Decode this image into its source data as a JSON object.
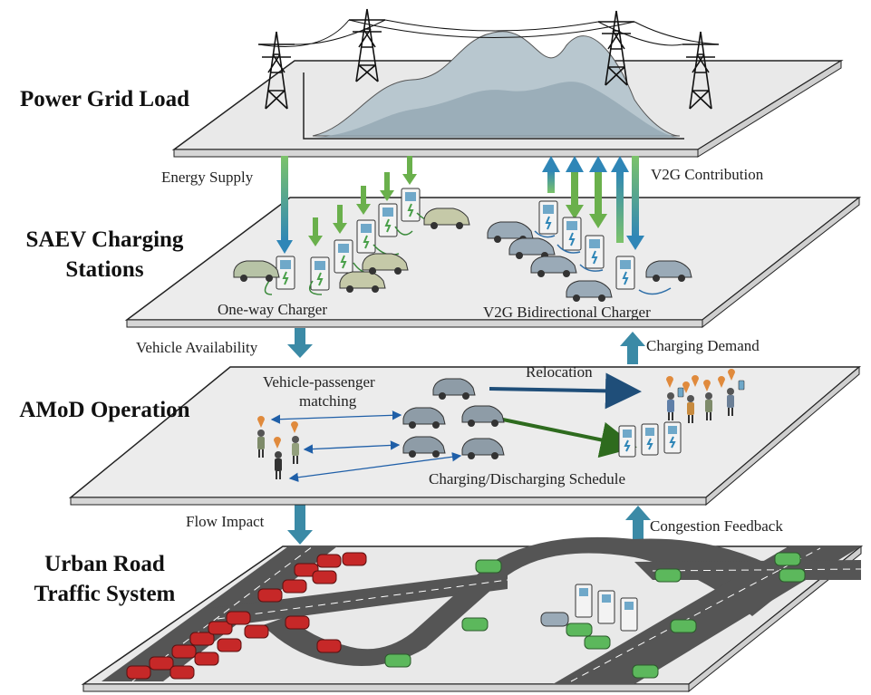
{
  "layers": {
    "power_grid": {
      "title": "Power Grid Load"
    },
    "charging_stations": {
      "title_line1": "SAEV Charging",
      "title_line2": "Stations"
    },
    "amod": {
      "title": "AMoD Operation"
    },
    "urban_road": {
      "title_line1": "Urban Road",
      "title_line2": "Traffic System"
    }
  },
  "links": {
    "energy_supply": "Energy Supply",
    "v2g_contribution": "V2G Contribution",
    "vehicle_availability": "Vehicle Availability",
    "charging_demand": "Charging Demand",
    "flow_impact": "Flow Impact",
    "congestion_feedback": "Congestion Feedback"
  },
  "stations": {
    "one_way": "One-way Charger",
    "v2g_bidirectional": "V2G Bidirectional Charger"
  },
  "amod_labels": {
    "matching_line1": "Vehicle-passenger",
    "matching_line2": "matching",
    "relocation": "Relocation",
    "schedule": "Charging/Discharging Schedule"
  },
  "colors": {
    "plane_fill": "#ececec",
    "plane_stroke": "#222222",
    "load_fill": "#a9bac3",
    "link_arrow": "#3b8aa6",
    "green_arrow": "#6ab04c",
    "relocation_arrow": "#1f4e79",
    "schedule_arrow": "#2e6b1e",
    "car_gray": "#8a99a6",
    "car_red": "#c62828",
    "car_green": "#5cb85c",
    "road": "#555555"
  }
}
